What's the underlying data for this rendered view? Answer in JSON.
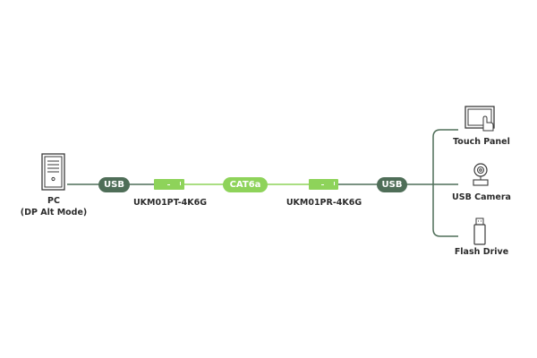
{
  "colors": {
    "dark_green": "#4f6e58",
    "light_green": "#8ed35a",
    "text": "#2b2b2b",
    "icon_stroke": "#3a3a3a"
  },
  "source": {
    "name": "PC",
    "subtitle": "(DP Alt Mode)",
    "icon": "pc-tower-icon"
  },
  "connectors": {
    "usb_left": "USB",
    "cable": "CAT6a",
    "usb_right": "USB"
  },
  "transmitter": {
    "model": "UKM01PT-4K6G"
  },
  "receiver": {
    "model": "UKM01PR-4K6G"
  },
  "peripherals": [
    {
      "label": "Touch Panel",
      "icon": "touch-panel-icon"
    },
    {
      "label": "USB Camera",
      "icon": "webcam-icon"
    },
    {
      "label": "Flash Drive",
      "icon": "flash-drive-icon"
    }
  ]
}
